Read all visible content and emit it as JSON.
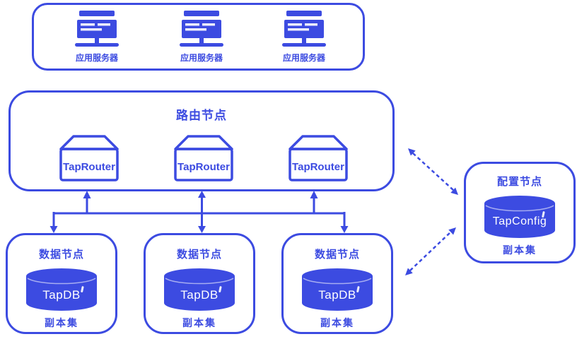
{
  "diagram": {
    "accent_color": "#3c4be1",
    "db_text_color": "#ffffff",
    "app_tier": {
      "items": [
        {
          "label": "应用服务器"
        },
        {
          "label": "应用服务器"
        },
        {
          "label": "应用服务器"
        }
      ]
    },
    "routing_tier": {
      "title": "路由节点",
      "routers": [
        {
          "label": "TapRouter"
        },
        {
          "label": "TapRouter"
        },
        {
          "label": "TapRouter"
        }
      ]
    },
    "data_tier": {
      "nodes": [
        {
          "title": "数据节点",
          "database": "TapDB",
          "subtitle": "副本集"
        },
        {
          "title": "数据节点",
          "database": "TapDB",
          "subtitle": "副本集"
        },
        {
          "title": "数据节点",
          "database": "TapDB",
          "subtitle": "副本集"
        }
      ]
    },
    "config_tier": {
      "title": "配置节点",
      "database": "TapConfig",
      "subtitle": "副本集"
    },
    "icons": {
      "app": "app-server-icon",
      "router": "storage-box-icon",
      "database": "database-cylinder-icon"
    }
  }
}
